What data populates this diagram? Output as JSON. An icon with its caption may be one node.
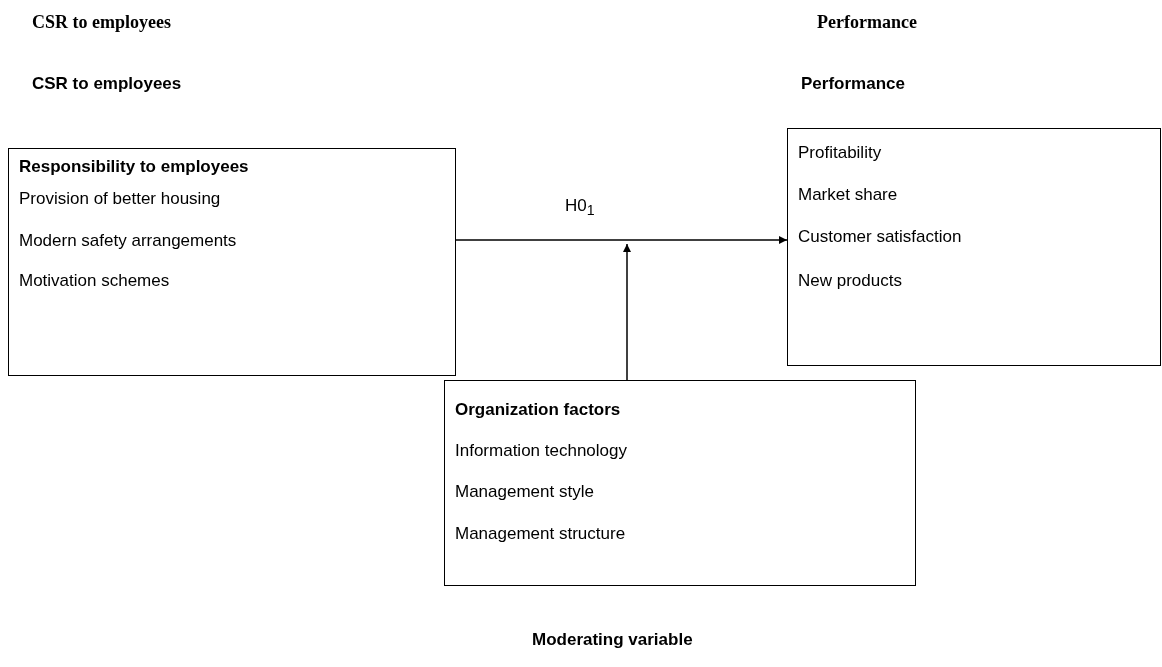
{
  "diagram": {
    "nodes": [
      {
        "text": [
          "Responsibility to employees",
          "Provision of better housing",
          "Modern safety arrangements",
          "Motivation schemes"
        ]
      },
      {
        "text": [
          "Profitability",
          "Market share",
          "Customer satisfaction",
          "New products"
        ]
      },
      {
        "text": [
          "Organization factors",
          "Information technology",
          "Management style",
          "Management structure"
        ]
      }
    ],
    "edges": [
      {
        "from": 0,
        "to": 1,
        "arrow": "to",
        "label": "H0$_{1}$"
      },
      {
        "from": 2,
        "to": null,
        "arrow": "to"
      }
    ],
    "labels": [
      "CSR to employees",
      "Performance",
      "CSR to employees",
      "Performance",
      "Moderating variable"
    ]
  }
}
